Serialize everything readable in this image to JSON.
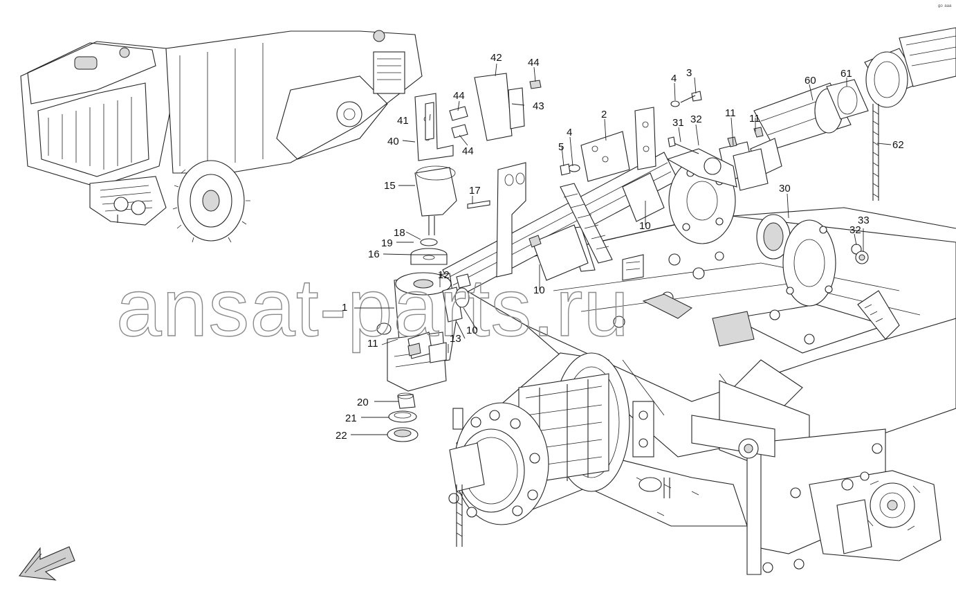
{
  "watermark": "ansat-parts.ru",
  "corner_mark": "ᵍᵒ ᵃᵃᵃ",
  "callouts": {
    "c1": "1",
    "c2": "2",
    "c3": "3",
    "c4a": "4",
    "c4b": "4",
    "c5": "5",
    "c10a": "10",
    "c10b": "10",
    "c10c": "10",
    "c11a": "11",
    "c11b": "11",
    "c11c": "11",
    "c12": "12",
    "c13": "13",
    "c15": "15",
    "c16": "16",
    "c17": "17",
    "c18": "18",
    "c19": "19",
    "c20": "20",
    "c21": "21",
    "c22": "22",
    "c30": "30",
    "c31": "31",
    "c32a": "32",
    "c32b": "32",
    "c33": "33",
    "c40": "40",
    "c41": "41",
    "c42": "42",
    "c43": "43",
    "c44a": "44",
    "c44b": "44",
    "c44c": "44",
    "c60": "60",
    "c61": "61",
    "c62": "62"
  }
}
